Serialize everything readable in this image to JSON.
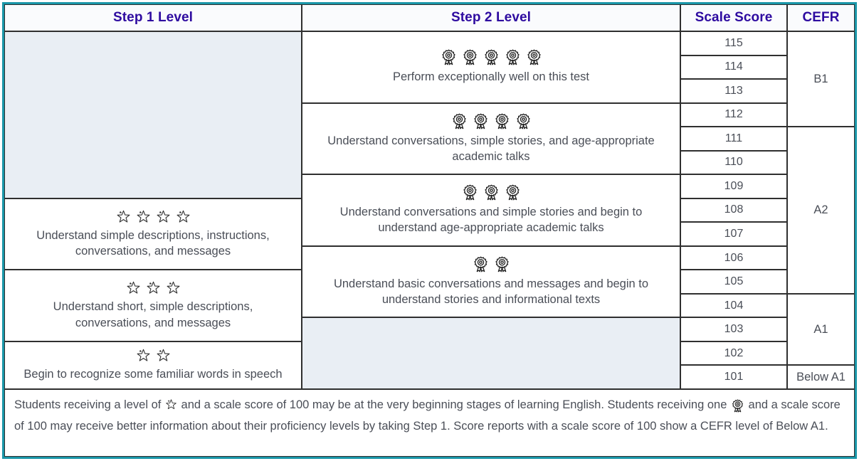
{
  "table": {
    "headers": {
      "step1": "Step 1 Level",
      "step2": "Step 2 Level",
      "scale": "Scale Score",
      "cefr": "CEFR"
    },
    "step1_cells": [
      {
        "name": "step1-empty",
        "stars": 0,
        "text": "",
        "empty": true
      },
      {
        "name": "step1-four-star",
        "stars": 4,
        "text": "Understand simple descriptions, instructions, conversations, and messages",
        "empty": false
      },
      {
        "name": "step1-three-star",
        "stars": 3,
        "text": "Understand short, simple descriptions, conversations, and messages",
        "empty": false
      },
      {
        "name": "step1-two-star",
        "stars": 2,
        "text": "Begin to recognize some familiar words in speech",
        "empty": false
      }
    ],
    "step2_cells": [
      {
        "name": "step2-five-rosette",
        "rosettes": 5,
        "text": "Perform exceptionally well on this test",
        "empty": false
      },
      {
        "name": "step2-four-rosette",
        "rosettes": 4,
        "text": "Understand conversations, simple stories, and age-appropriate academic talks",
        "empty": false
      },
      {
        "name": "step2-three-rosette",
        "rosettes": 3,
        "text": "Understand conversations and simple stories and begin to understand age-appropriate academic talks",
        "empty": false
      },
      {
        "name": "step2-two-rosette",
        "rosettes": 2,
        "text": "Understand basic conversations and messages and begin to understand stories and informational texts",
        "empty": false
      },
      {
        "name": "step2-empty",
        "rosettes": 0,
        "text": "",
        "empty": true
      }
    ],
    "scale_scores": [
      "115",
      "114",
      "113",
      "112",
      "111",
      "110",
      "109",
      "108",
      "107",
      "106",
      "105",
      "104",
      "103",
      "102",
      "101"
    ],
    "cefr_levels": [
      {
        "label": "B1",
        "span": 4
      },
      {
        "label": "A2",
        "span": 7
      },
      {
        "label": "A1",
        "span": 3
      },
      {
        "label": "Below A1",
        "span": 1
      }
    ]
  },
  "footnote": {
    "part1": "Students receiving a level of ",
    "part2": " and a scale score of 100 may be at the very beginning stages of learning English. Students receiving one ",
    "part3": " and a scale score of 100 may receive better information about their proficiency levels by taking Step 1. Score reports with a scale score of 100 show a CEFR level of Below A1."
  },
  "colors": {
    "border_outer": "#1a96a8",
    "border_inner": "#2f2f2f",
    "header_text": "#2e0ba0",
    "body_text": "#4a4e57",
    "empty_fill": "#e9eef4"
  }
}
